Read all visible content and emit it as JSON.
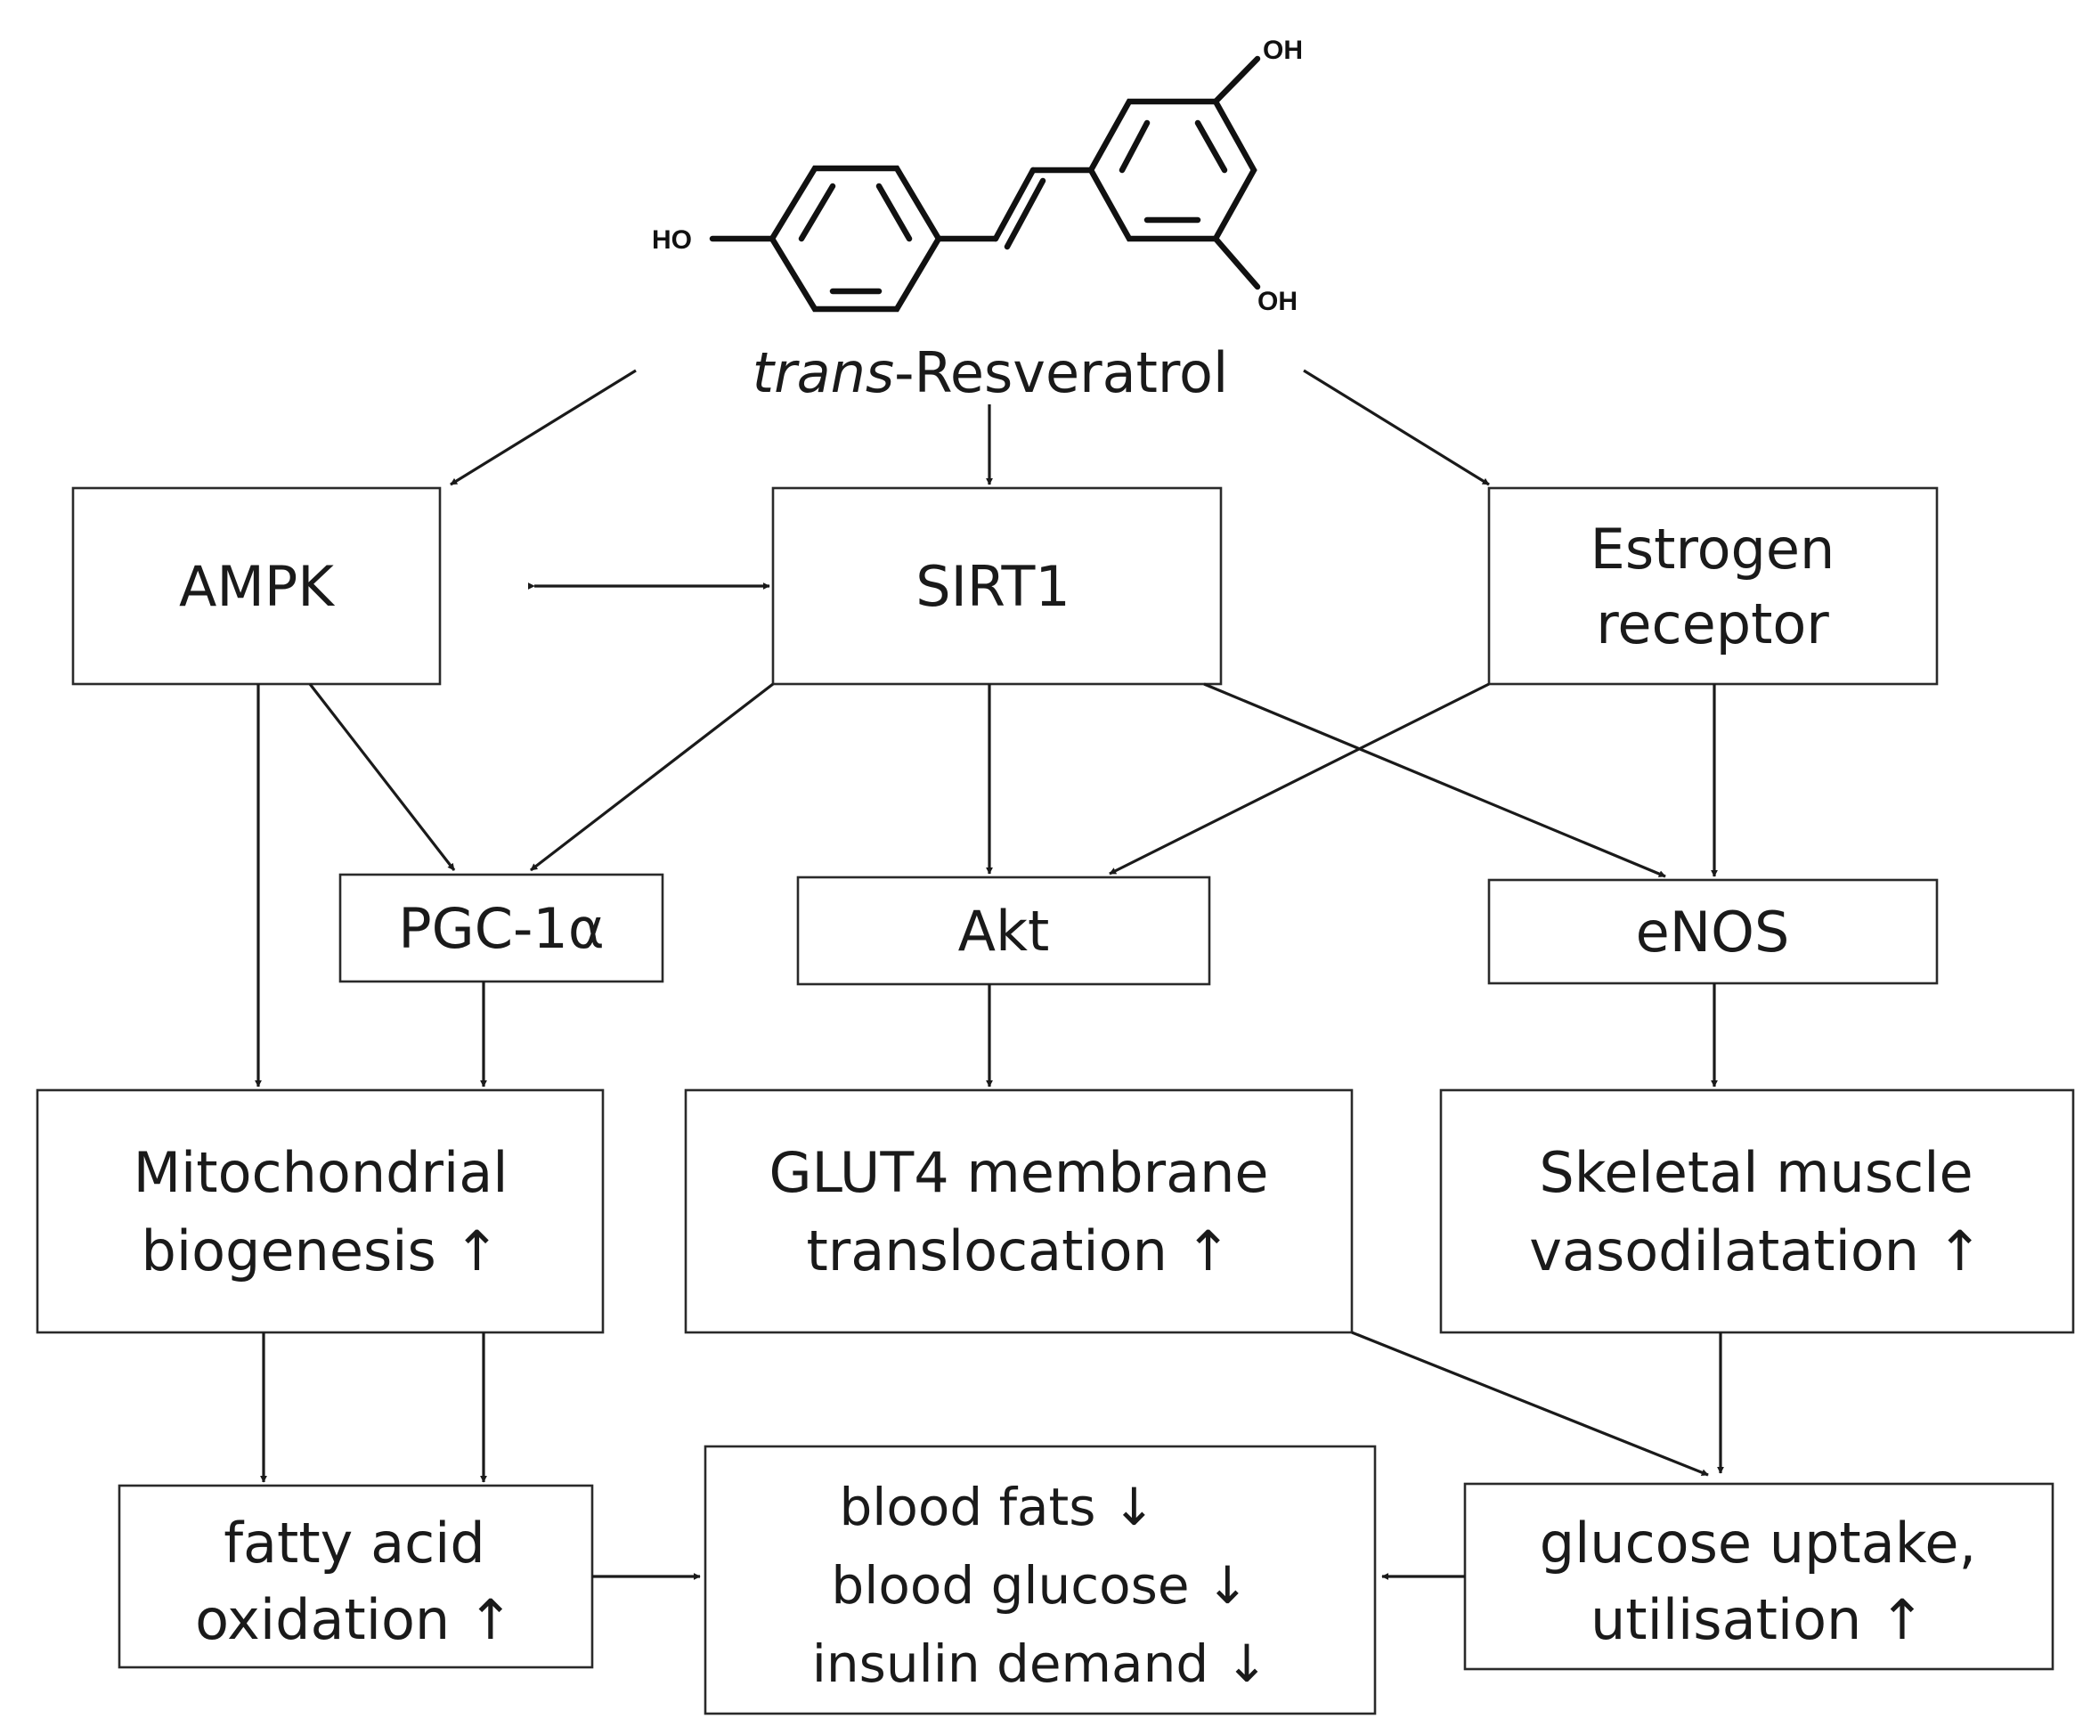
{
  "molecule": {
    "name_italic": "trans",
    "name_rest": "-Resveratrol",
    "oh_top": "OH",
    "oh_bottom": "OH",
    "ho_left": "HO"
  },
  "nodes": {
    "ampk": "AMPK",
    "sirt1": "SIRT1",
    "estrogen_line1": "Estrogen",
    "estrogen_line2": "receptor",
    "pgc": "PGC-1α",
    "akt": "Akt",
    "enos": "eNOS",
    "mito_line1": "Mitochondrial",
    "mito_line2": "biogenesis ↑",
    "glut4_line1": "GLUT4 membrane",
    "glut4_line2": "translocation ↑",
    "skeletal_line1": "Skeletal muscle",
    "skeletal_line2": "vasodilatation ↑",
    "fatty_line1": "fatty acid",
    "fatty_line2": "oxidation ↑",
    "blood_line1": "blood fats ↓",
    "blood_line2": "blood glucose ↓",
    "blood_line3": "insulin demand ↓",
    "glucose_line1": "glucose uptake,",
    "glucose_line2": "utilisation ↑"
  }
}
